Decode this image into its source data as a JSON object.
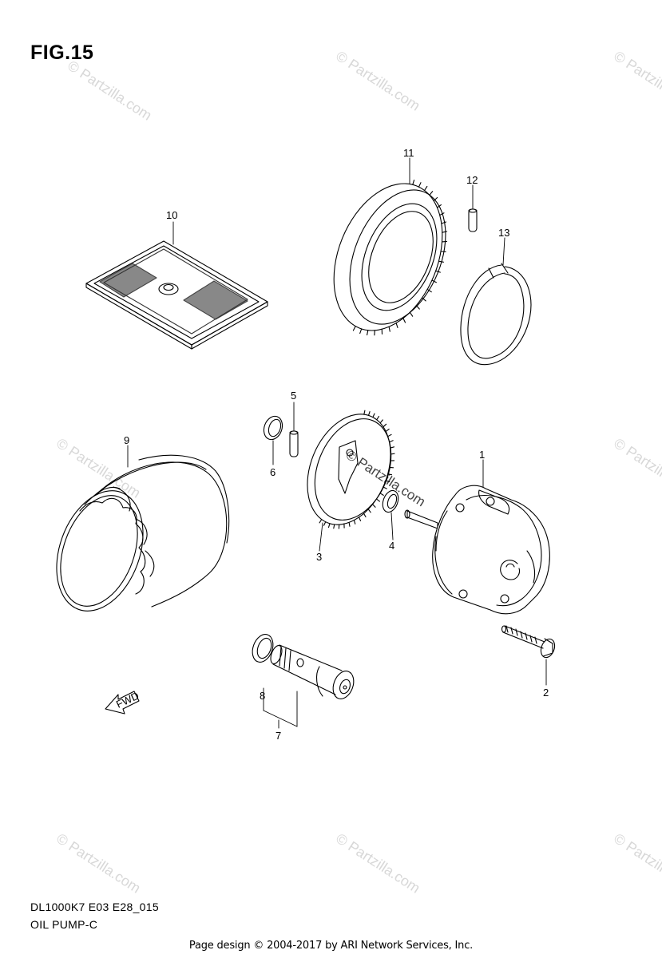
{
  "figure": {
    "title": "FIG.15",
    "model_code": "DL1000K7 E03 E28_015",
    "section_name": "OIL PUMP-C"
  },
  "footer": "Page design © 2004-2017 by ARI Network Services, Inc.",
  "watermark": "© Partzilla.com",
  "fwd_label": "FWD",
  "callouts": [
    "1",
    "2",
    "3",
    "4",
    "5",
    "6",
    "7",
    "8",
    "9",
    "10",
    "11",
    "12",
    "13"
  ],
  "colors": {
    "line": "#000000",
    "watermark": "#d8d8d8"
  }
}
